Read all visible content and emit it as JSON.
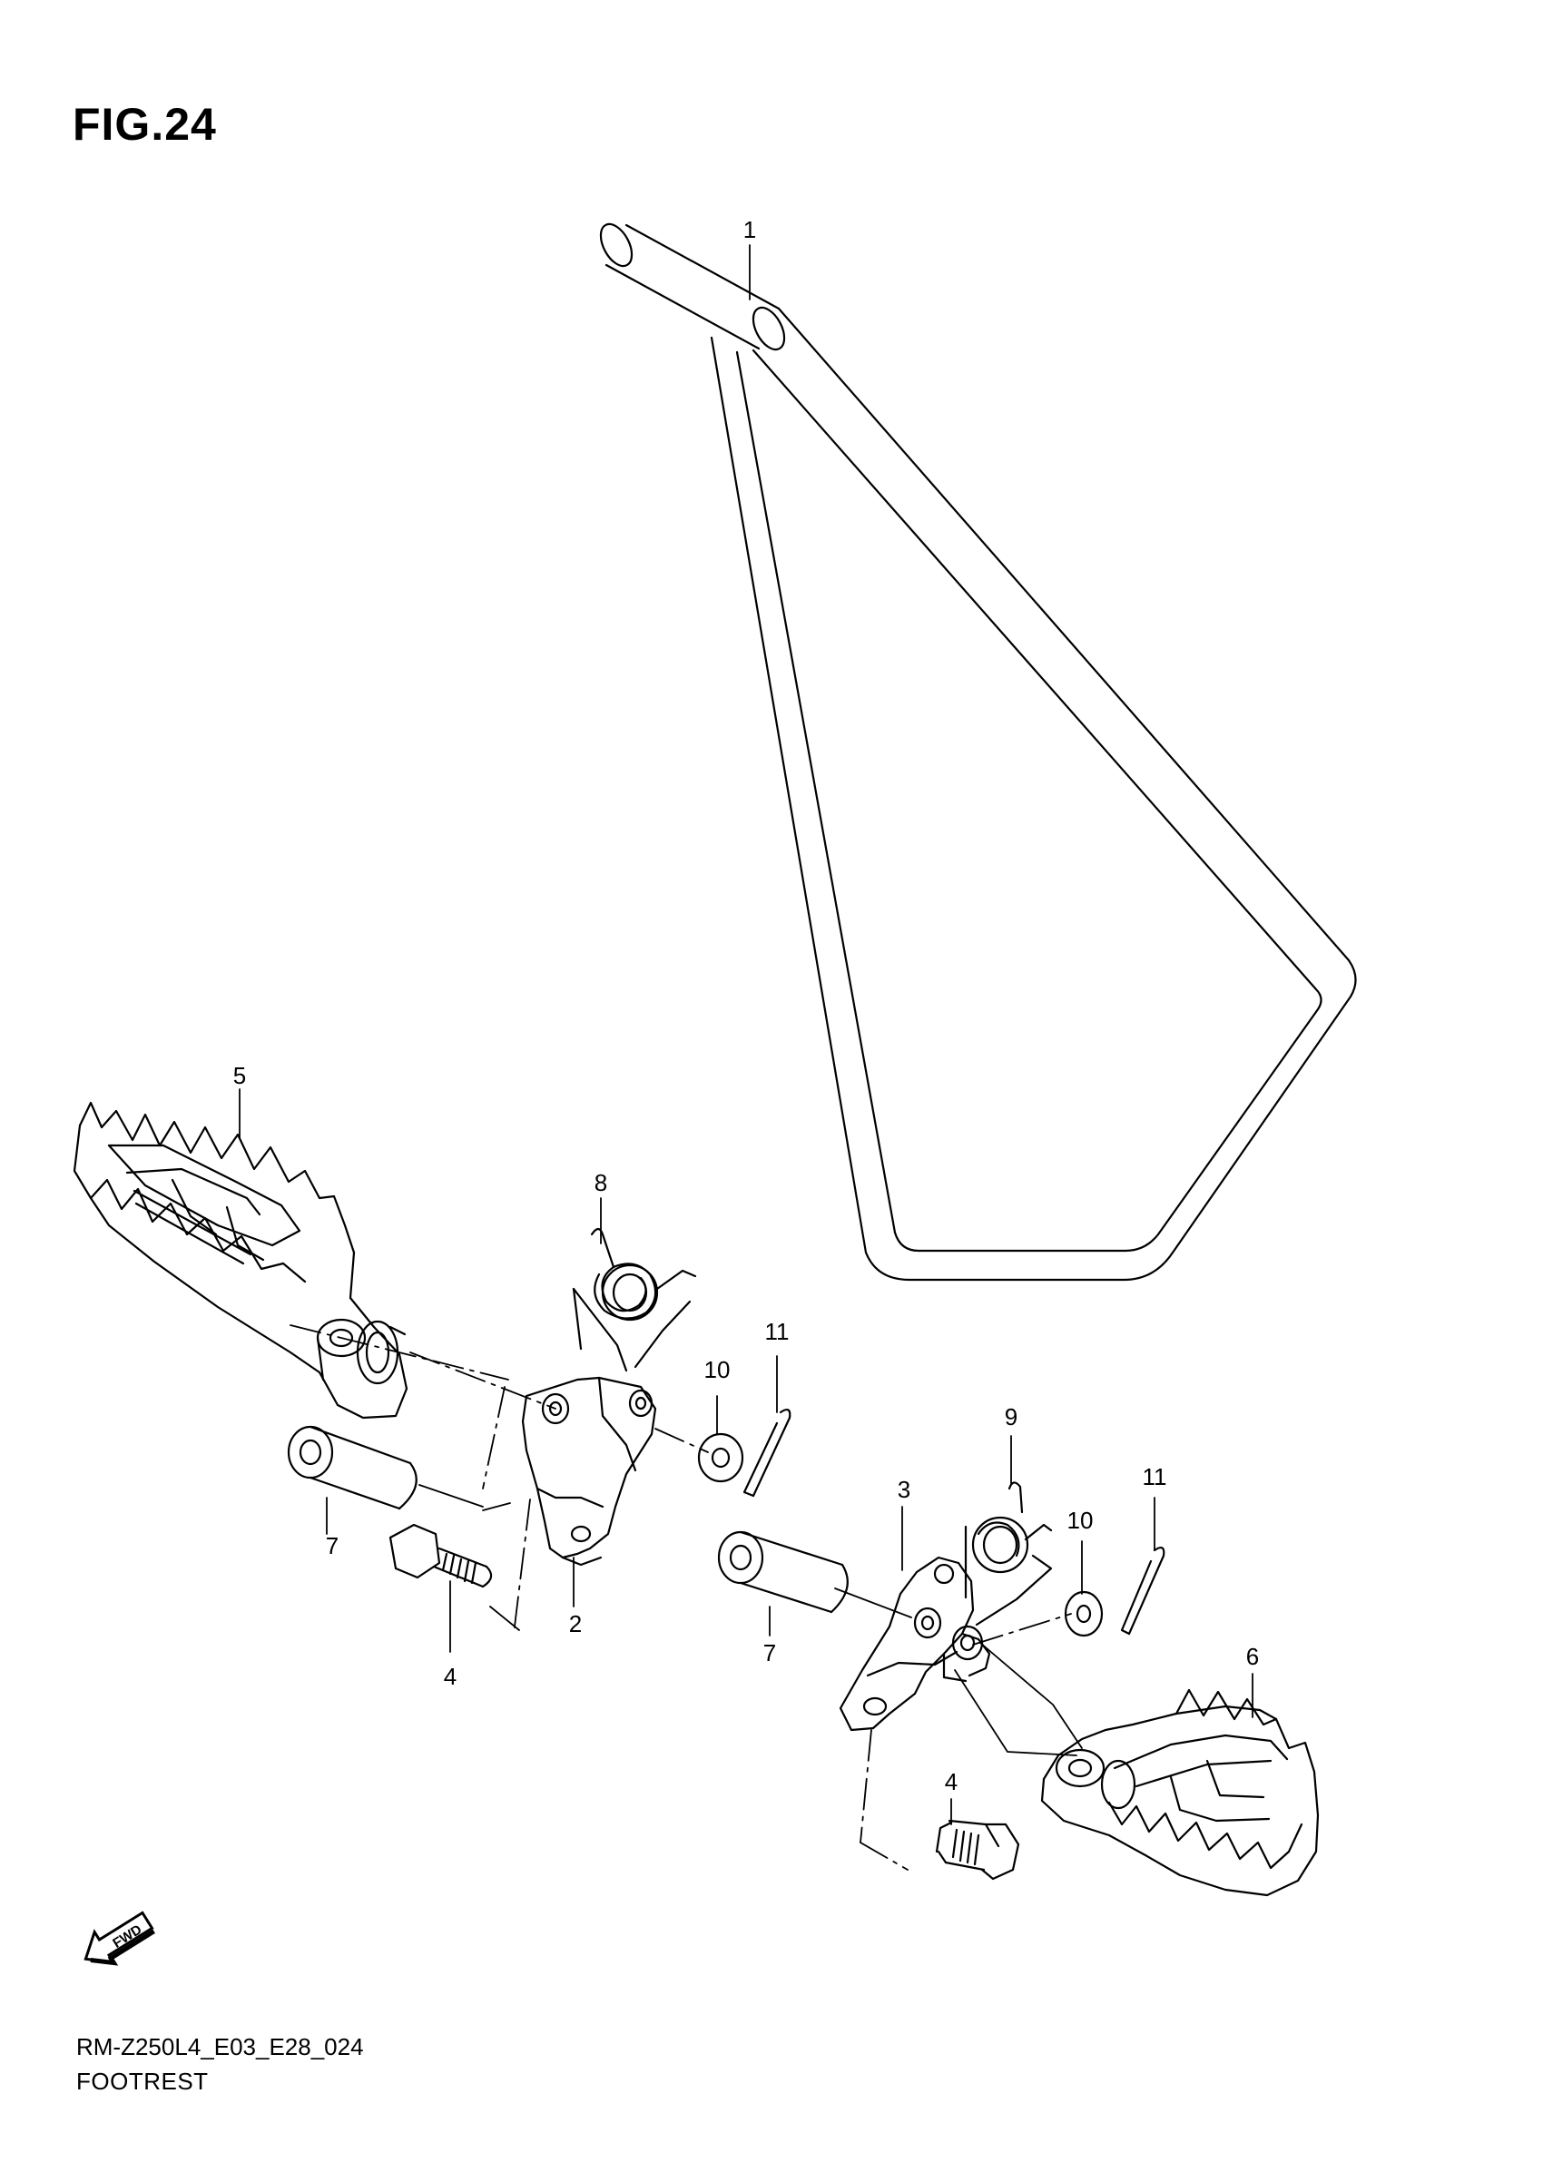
{
  "figure": {
    "title": "FIG.24",
    "code": "RM-Z250L4_E03_E28_024",
    "caption": "FOOTREST",
    "fwd_label": "FWD"
  },
  "callouts": {
    "c1": "1",
    "c2": "2",
    "c3": "3",
    "c4a": "4",
    "c4b": "4",
    "c5": "5",
    "c6": "6",
    "c7a": "7",
    "c7b": "7",
    "c8": "8",
    "c9": "9",
    "c10a": "10",
    "c10b": "10",
    "c11a": "11",
    "c11b": "11"
  },
  "colors": {
    "ink": "#000000",
    "paper": "#ffffff"
  }
}
